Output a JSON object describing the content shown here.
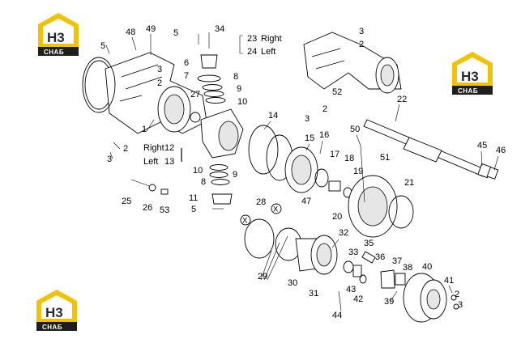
{
  "brand": {
    "logo_h3": "H3",
    "logo_sub": "СНАБ",
    "colors": {
      "accent": "#f2c200",
      "dark": "#1e1e1e"
    }
  },
  "callouts": [
    "1",
    "2",
    "3",
    "5",
    "6",
    "7",
    "8",
    "9",
    "10",
    "11",
    "12",
    "13",
    "14",
    "15",
    "16",
    "17",
    "18",
    "19",
    "20",
    "21",
    "22",
    "23",
    "24",
    "25",
    "26",
    "27",
    "28",
    "29",
    "30",
    "31",
    "32",
    "33",
    "34",
    "35",
    "36",
    "37",
    "38",
    "39",
    "40",
    "41",
    "42",
    "43",
    "44",
    "45",
    "46",
    "47",
    "48",
    "49",
    "50",
    "51",
    "52",
    "53"
  ],
  "labels": {
    "right_a": "Right",
    "left_a": "Left",
    "right_b": "Right",
    "left_b": "Left",
    "x_mark": "X"
  }
}
